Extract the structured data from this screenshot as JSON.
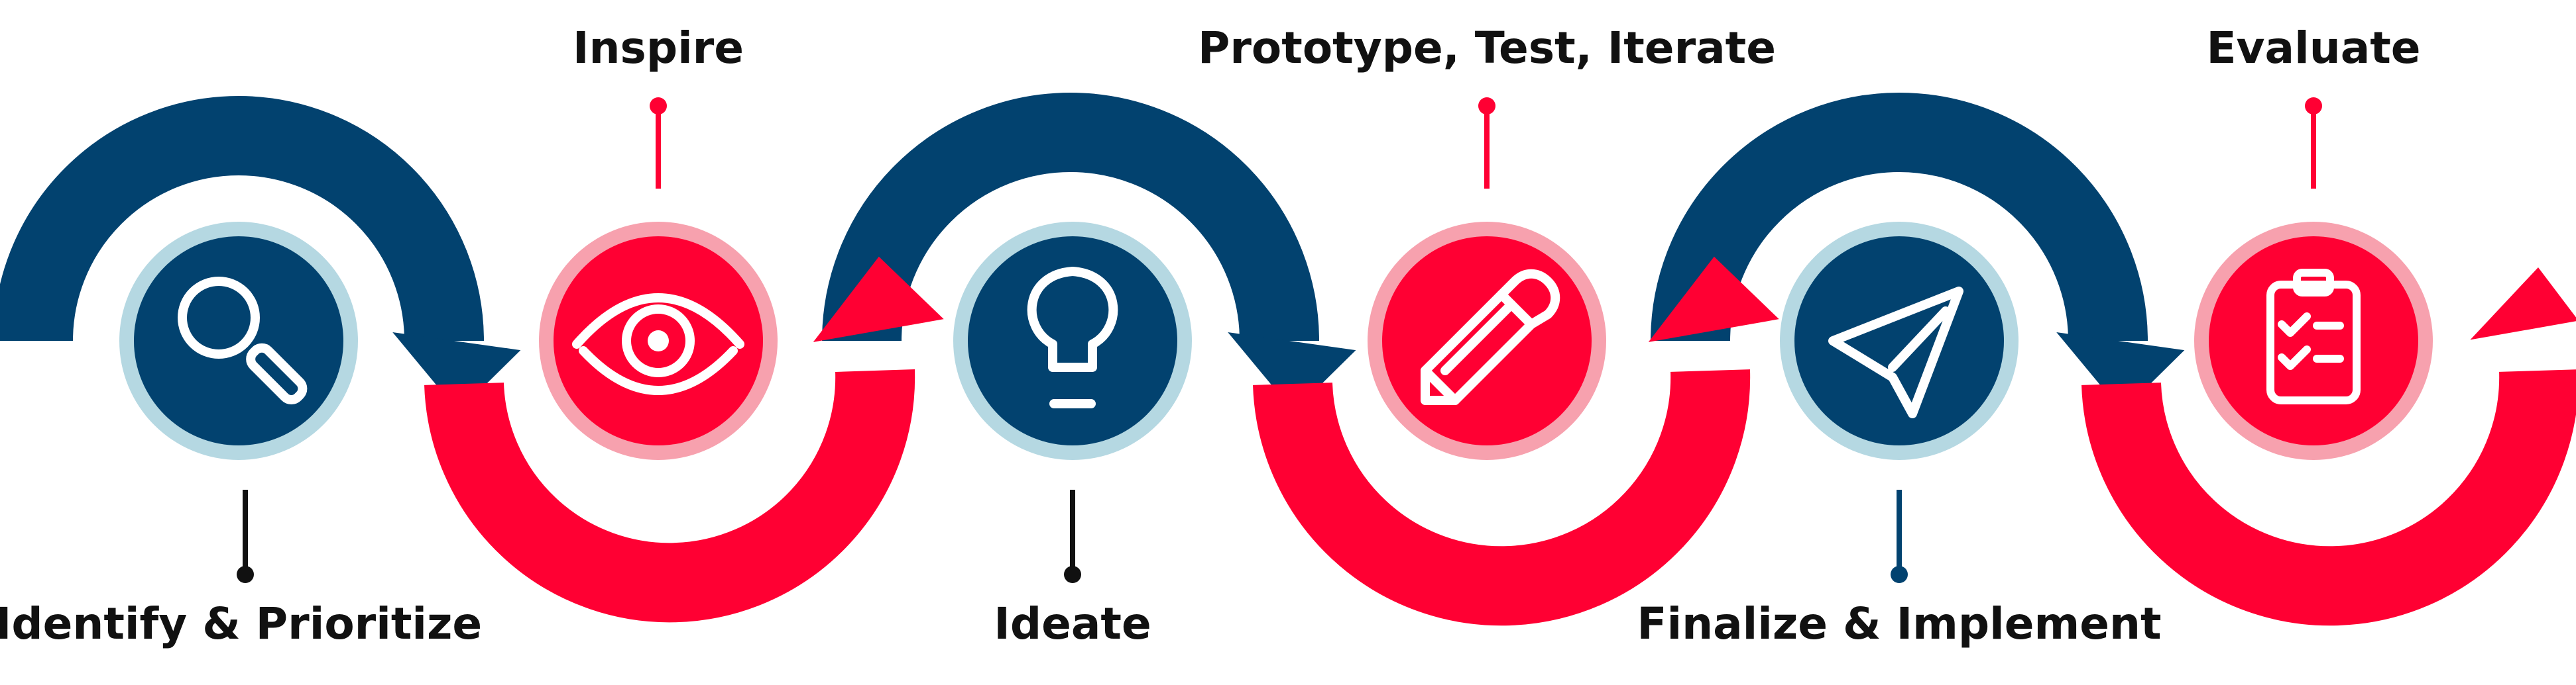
{
  "colors": {
    "navy": "#02426F",
    "red": "#FF0033",
    "light_blue_ring": "#B5D8E2",
    "pink_ring": "#F7A1AE",
    "text": "#111111"
  },
  "steps": [
    {
      "label": "Identify & Prioritize",
      "icon": "magnifying-glass-icon",
      "color": "navy"
    },
    {
      "label": "Inspire",
      "icon": "eye-icon",
      "color": "red"
    },
    {
      "label": "Ideate",
      "icon": "lightbulb-icon",
      "color": "navy"
    },
    {
      "label": "Prototype, Test, Iterate",
      "icon": "pencil-icon",
      "color": "red"
    },
    {
      "label": "Finalize & Implement",
      "icon": "paper-plane-icon",
      "color": "navy"
    },
    {
      "label": "Evaluate",
      "icon": "clipboard-checklist-icon",
      "color": "red"
    }
  ]
}
